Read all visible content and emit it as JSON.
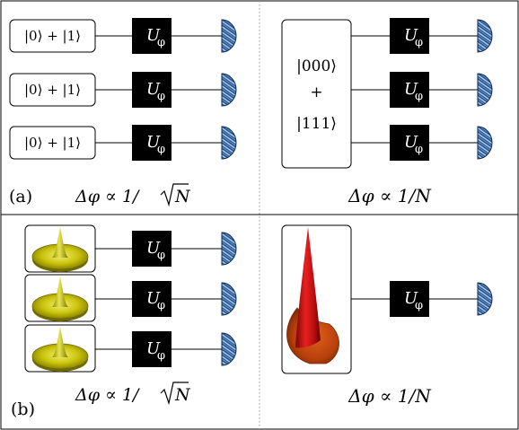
{
  "panels": {
    "a": {
      "label": "(a)",
      "left": {
        "inputs": [
          "|0⟩ + |1⟩",
          "|0⟩ + |1⟩",
          "|0⟩ + |1⟩"
        ],
        "gate_symbol": "U",
        "gate_subscript": "φ",
        "scaling": {
          "prefix": "Δφ ∝ 1/",
          "radicand": "N"
        }
      },
      "right": {
        "input_lines": [
          "|000⟩",
          "+",
          "|111⟩"
        ],
        "gate_symbol": "U",
        "gate_subscript": "φ",
        "scaling": "Δφ ∝ 1/N"
      }
    },
    "b": {
      "label": "(b)",
      "left": {
        "gate_symbol": "U",
        "gate_subscript": "φ",
        "scaling": {
          "prefix": "Δφ ∝ 1/",
          "radicand": "N"
        }
      },
      "right": {
        "gate_symbol": "U",
        "gate_subscript": "φ",
        "scaling": "Δφ ∝ 1/N"
      }
    }
  },
  "colors": {
    "gate_fill": "#000000",
    "detector_fill": "#1f4e8c",
    "detector_hatch": "#bcd6f2",
    "wigner_olive": "#b8b400",
    "wigner_red": "#c81010",
    "wigner_orange": "#c84a10"
  },
  "icons": {
    "detector": "detector-icon",
    "wigner_coherent": "wigner-coherent-state-icon",
    "wigner_squeezed": "wigner-squeezed-state-icon"
  }
}
